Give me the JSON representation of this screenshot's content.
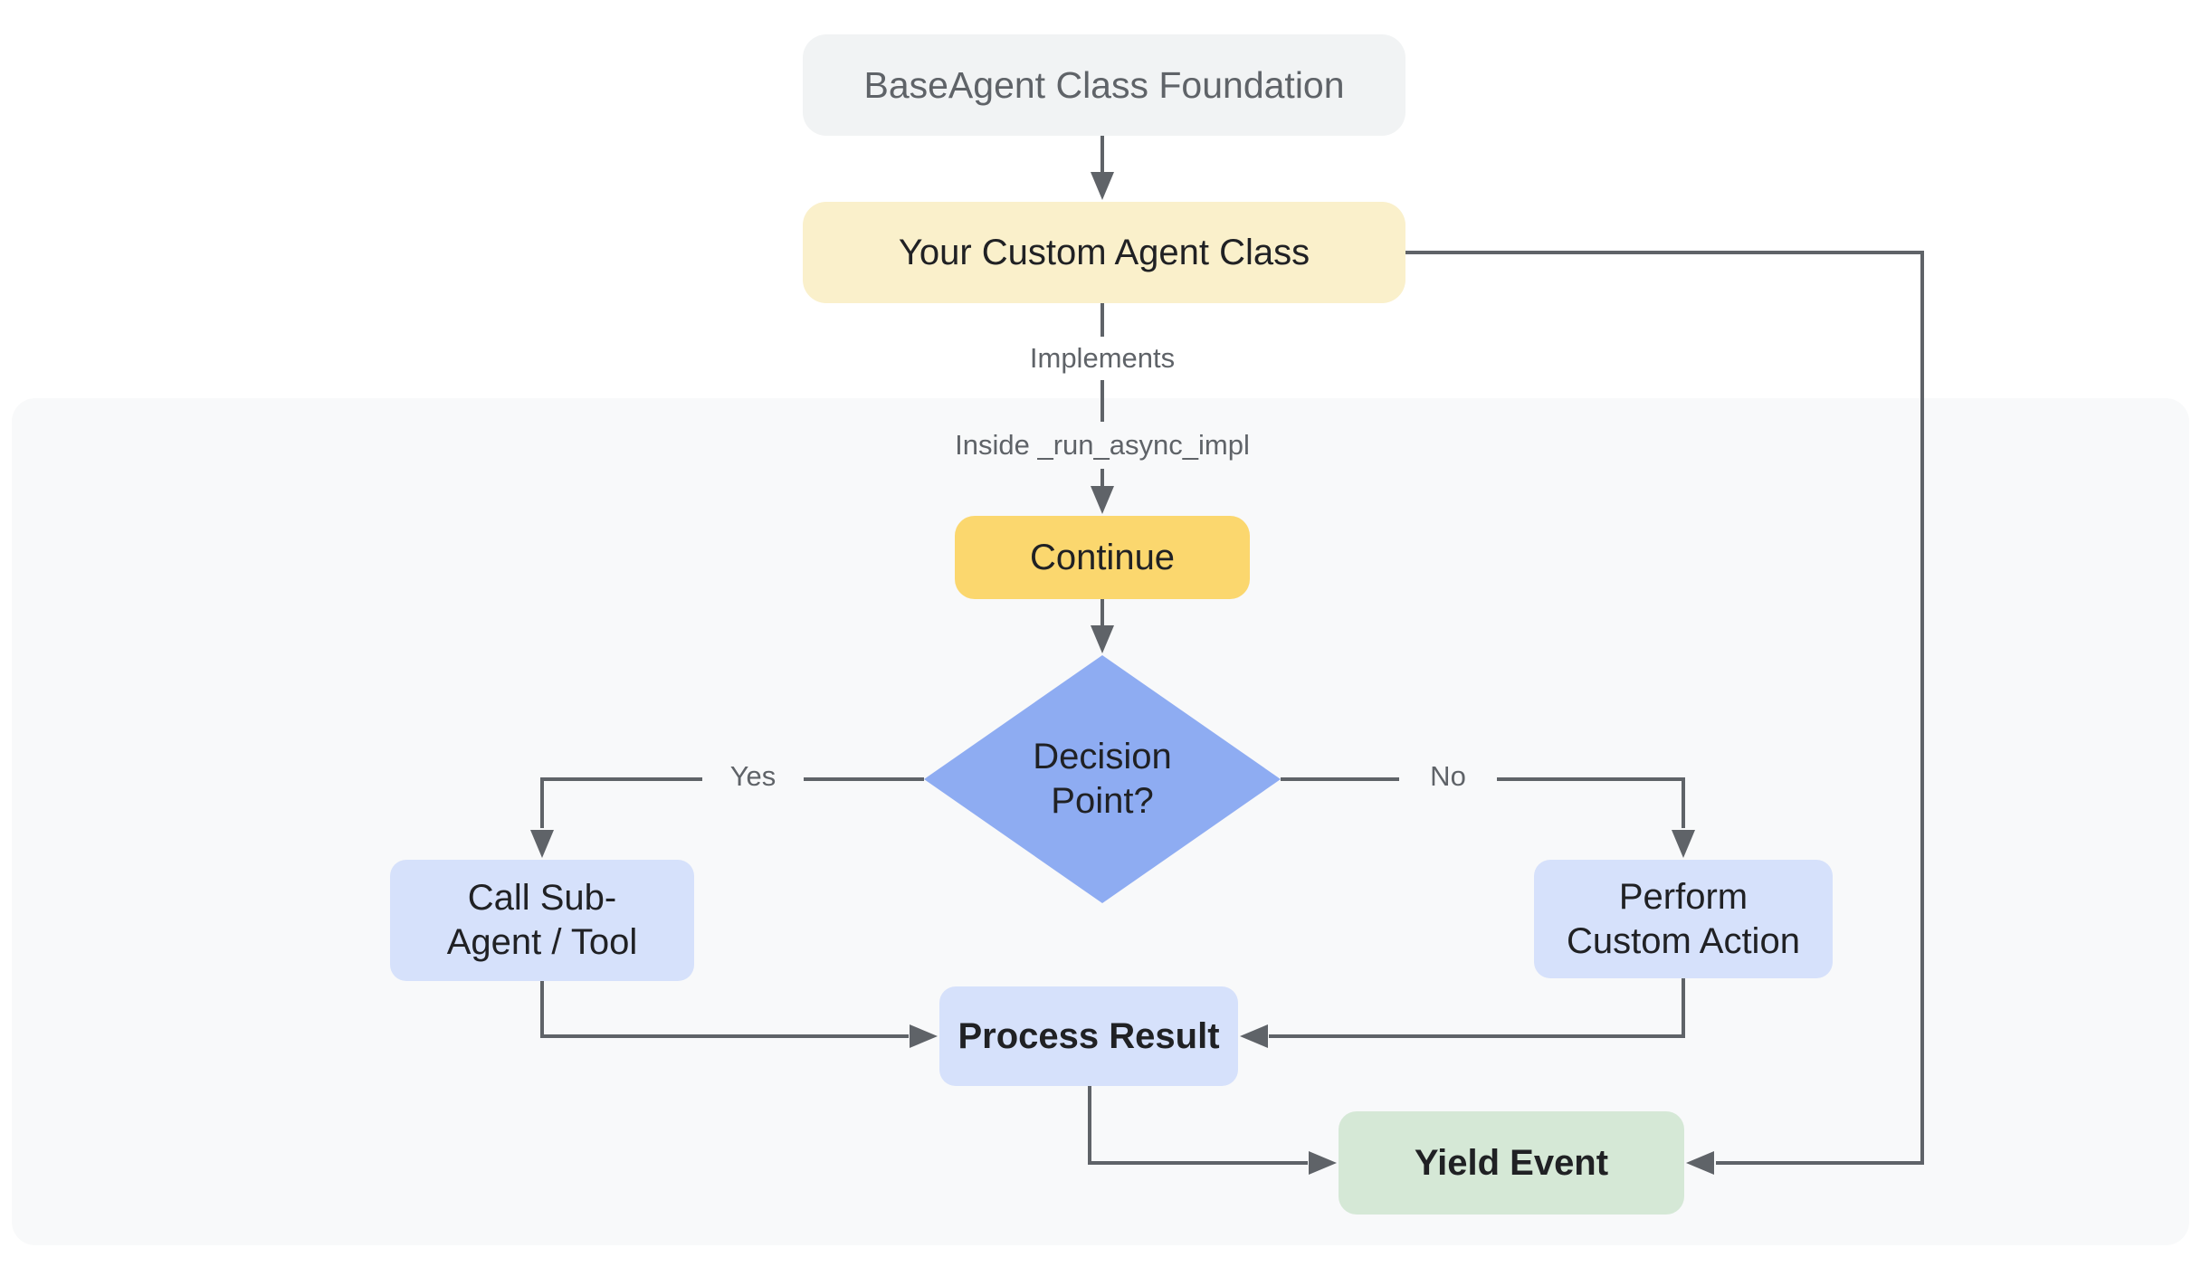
{
  "diagram": {
    "nodes": {
      "base": {
        "label": "BaseAgent Class Foundation"
      },
      "custom": {
        "label": "Your Custom Agent Class"
      },
      "continue": {
        "label": "Continue"
      },
      "decision": {
        "label": "Decision\nPoint?"
      },
      "call_sub": {
        "label": "Call Sub-\nAgent / Tool"
      },
      "perform": {
        "label": "Perform\nCustom Action"
      },
      "process": {
        "label": "Process Result"
      },
      "yield": {
        "label": "Yield Event"
      }
    },
    "edge_labels": {
      "implements": "Implements",
      "inside_impl": "Inside _run_async_impl",
      "yes": "Yes",
      "no": "No"
    }
  },
  "colors": {
    "page_bg": "#ffffff",
    "container_bg": "#f8f9fa",
    "connector": "#5f6368",
    "node_gray": "#f1f3f4",
    "node_yellow_light": "#faf0cb",
    "node_yellow": "#fbd76e",
    "node_blue_light": "#d6e1fb",
    "node_blue_diamond": "#8eacf2",
    "node_green": "#d5e8d6",
    "text_dark": "#202124",
    "text_gray": "#5f6368"
  }
}
